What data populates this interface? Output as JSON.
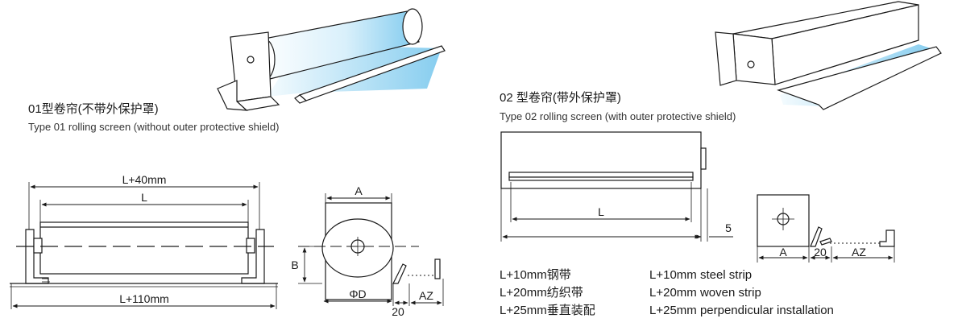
{
  "type01": {
    "title_cn": "01型卷帘(不带外保护罩)",
    "title_en": "Type 01 rolling screen (without outer protective shield)",
    "dim_top": "L+40mm",
    "dim_inner": "L",
    "dim_bottom": "L+110mm",
    "side_A": "A",
    "side_B": "B",
    "side_D": "ΦD",
    "side_20": "20",
    "side_AZ": "AZ"
  },
  "type02": {
    "title_cn": "02 型卷帘(带外保护罩)",
    "title_en": "Type 02 rolling screen (with outer protective shield)",
    "dim_L": "L",
    "dim_5": "5",
    "side_A": "A",
    "side_20": "20",
    "side_AZ": "AZ"
  },
  "legend": {
    "cn": [
      "L+10mm钢带",
      "L+20mm纺织带",
      "L+25mm垂直装配"
    ],
    "en": [
      "L+10mm steel strip",
      "L+20mm woven strip",
      "L+25mm perpendicular installation"
    ]
  },
  "colors": {
    "line": "#1a1a1a",
    "screen_light": "#eaf6fd",
    "screen_blue": "#8fd0f0"
  }
}
